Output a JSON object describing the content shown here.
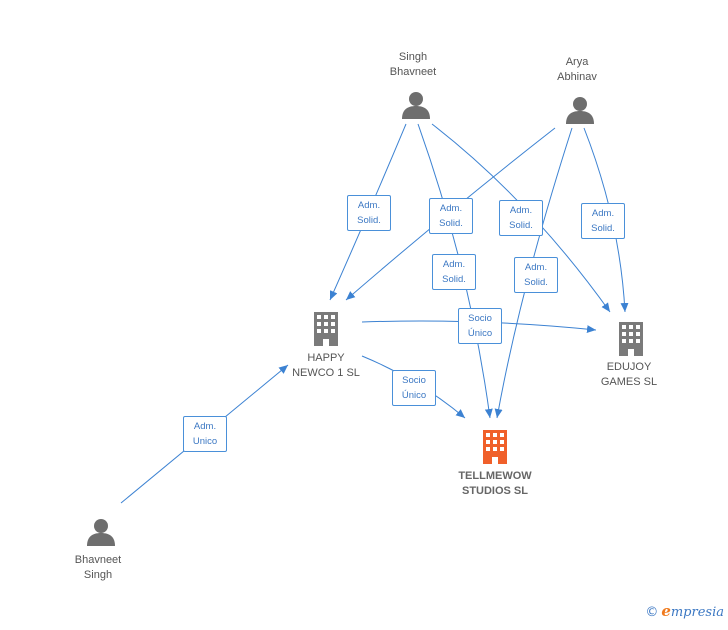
{
  "nodes": {
    "singh_bhavneet": {
      "label": "Singh\nBhavneet",
      "kind": "person"
    },
    "arya_abhinav": {
      "label": "Arya\nAbhinav",
      "kind": "person"
    },
    "happy_newco": {
      "label": "HAPPY\nNEWCO 1  SL",
      "kind": "company"
    },
    "edujoy_games": {
      "label": "EDUJOY\nGAMES  SL",
      "kind": "company"
    },
    "tellmewow_studios": {
      "label": "TELLMEWOW\nSTUDIOS  SL",
      "kind": "company-highlight"
    },
    "bhavneet_singh": {
      "label": "Bhavneet\nSingh",
      "kind": "person"
    }
  },
  "edges": {
    "e1": "Adm.\nSolid.",
    "e2": "Adm.\nSolid.",
    "e3": "Adm.\nSolid.",
    "e4": "Adm.\nSolid.",
    "e5": "Adm.\nSolid.",
    "e6": "Adm.\nSolid.",
    "e7": "Socio\nÚnico",
    "e8": "Socio\nÚnico",
    "e9": "Adm.\nUnico"
  },
  "colors": {
    "edge": "#3c82d2",
    "person_icon": "#6e6e6e",
    "company_icon": "#7a7a7a",
    "highlight_company_icon": "#f0602a"
  },
  "footer": {
    "copyright": "©",
    "brand_initial": "e",
    "brand_rest": "mpresia"
  }
}
